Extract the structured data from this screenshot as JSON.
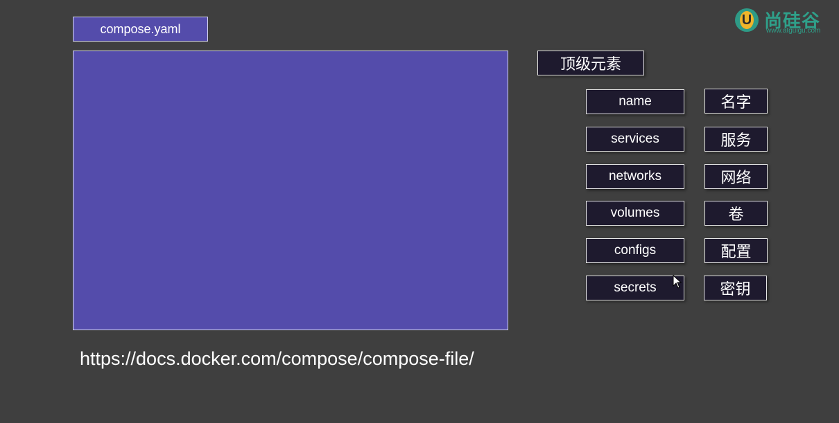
{
  "file": {
    "label": "compose.yaml"
  },
  "url": "https://docs.docker.com/compose/compose-file/",
  "heading": "顶级元素",
  "elements": [
    {
      "key": "name",
      "translation": "名字"
    },
    {
      "key": "services",
      "translation": "服务"
    },
    {
      "key": "networks",
      "translation": "网络"
    },
    {
      "key": "volumes",
      "translation": "卷"
    },
    {
      "key": "configs",
      "translation": "配置"
    },
    {
      "key": "secrets",
      "translation": "密钥"
    }
  ],
  "logo": {
    "mark": "U",
    "name": "尚硅谷",
    "url": "www.atguigu.com"
  },
  "colors": {
    "background": "#3f3f3f",
    "panel": "#544cab",
    "box": "#1e1a2e",
    "logo": "#2fa08a"
  },
  "icons": [
    "mouse-cursor-icon"
  ]
}
